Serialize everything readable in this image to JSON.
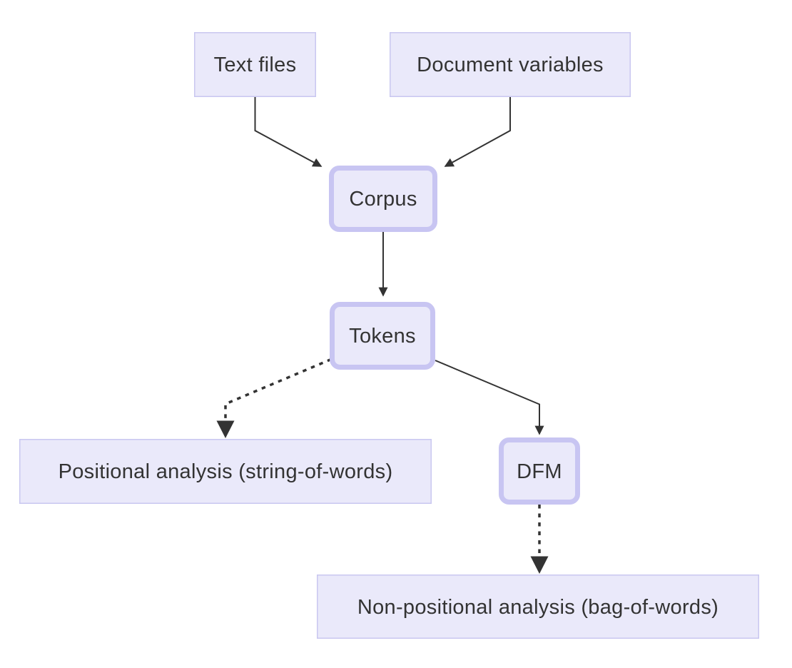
{
  "diagram": {
    "type": "flowchart",
    "nodes": {
      "text_files": {
        "label": "Text files",
        "shape": "rectangle"
      },
      "document_variables": {
        "label": "Document variables",
        "shape": "rectangle"
      },
      "corpus": {
        "label": "Corpus",
        "shape": "rounded"
      },
      "tokens": {
        "label": "Tokens",
        "shape": "rounded"
      },
      "positional_analysis": {
        "label": "Positional analysis (string-of-words)",
        "shape": "rectangle"
      },
      "dfm": {
        "label": "DFM",
        "shape": "rounded"
      },
      "non_positional_analysis": {
        "label": "Non-positional analysis (bag-of-words)",
        "shape": "rectangle"
      }
    },
    "edges": [
      {
        "from": "Text files",
        "to": "Corpus",
        "style": "solid"
      },
      {
        "from": "Document variables",
        "to": "Corpus",
        "style": "solid"
      },
      {
        "from": "Corpus",
        "to": "Tokens",
        "style": "solid"
      },
      {
        "from": "Tokens",
        "to": "Positional analysis (string-of-words)",
        "style": "dashed"
      },
      {
        "from": "Tokens",
        "to": "DFM",
        "style": "solid"
      },
      {
        "from": "DFM",
        "to": "Non-positional analysis (bag-of-words)",
        "style": "dashed"
      }
    ],
    "colors": {
      "node_fill": "#EAE9FA",
      "node_border": "#C9C7F0",
      "rounded_border": "#C8C5F2",
      "edge": "#333333",
      "text": "#333333",
      "background": "#FFFFFF"
    }
  }
}
